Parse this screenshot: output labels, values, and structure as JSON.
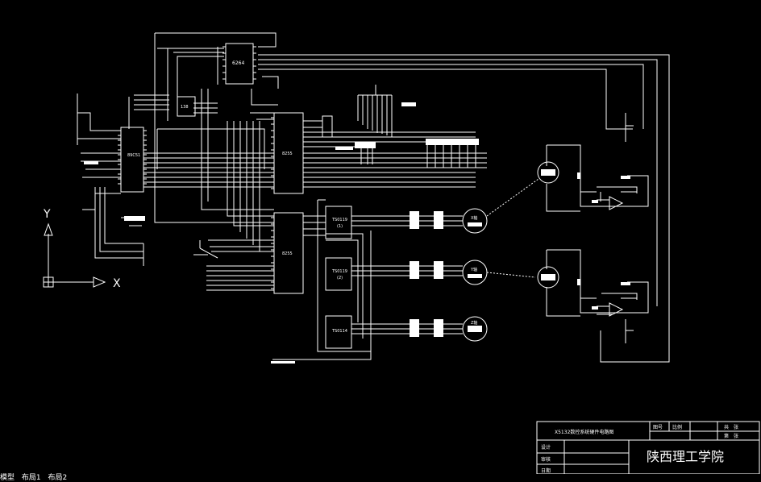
{
  "drawing": {
    "chips": {
      "cpu": "89C51",
      "eprom": "6264",
      "decoder": "138",
      "ppi_top": "8255",
      "ppi_bottom": "8255",
      "drv1": "TS0119",
      "drv1_sub": "(1)",
      "drv2": "TS0119",
      "drv2_sub": "(2)",
      "drv3": "TS0114"
    },
    "motors": {
      "x": "X轴",
      "y": "Y轴",
      "z": "Z轴"
    },
    "axes": {
      "y_label": "Y",
      "x_label": "X"
    }
  },
  "title_block": {
    "drawing_title": "X5132数控系统硬件电路图",
    "drawing_no_label": "图号",
    "scale_label": "比例",
    "total_label": "共　张",
    "sheet_label": "第　张",
    "design_label": "设计",
    "review_label": "审核",
    "date_label": "日期",
    "institution": "陕西理工学院"
  },
  "tabs": [
    "模型",
    "布局1",
    "布局2"
  ]
}
